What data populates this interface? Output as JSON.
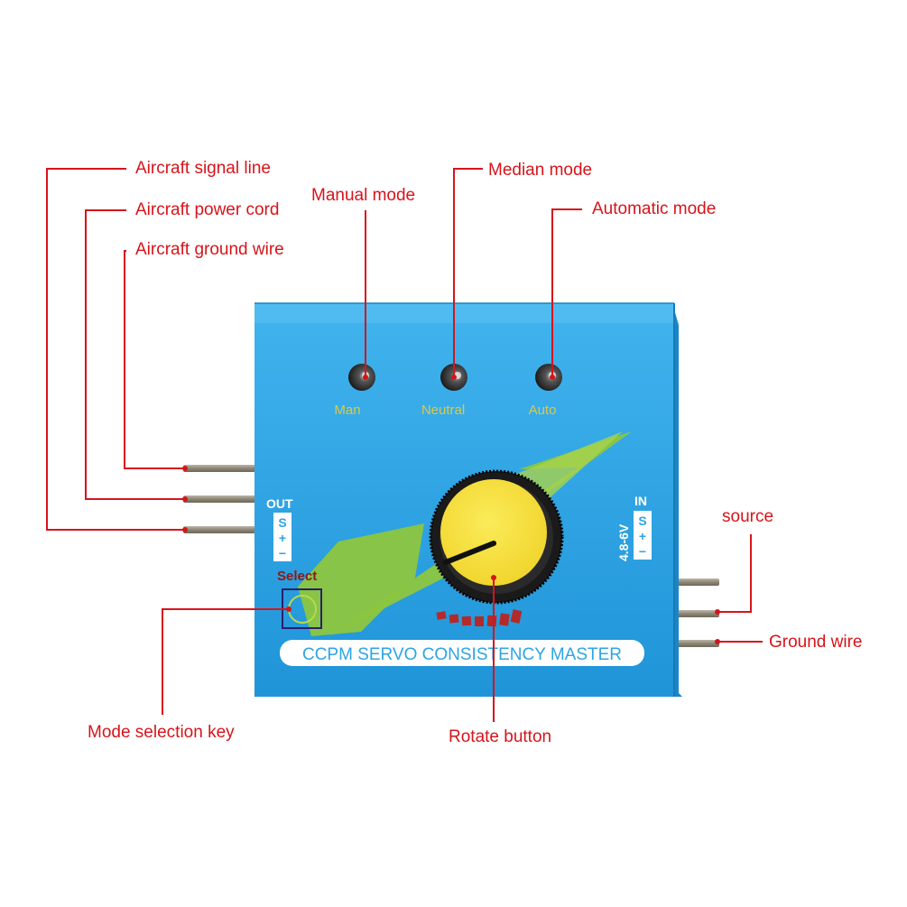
{
  "callouts": {
    "aircraft_signal_line": "Aircraft signal line",
    "aircraft_power_cord": "Aircraft power cord",
    "aircraft_ground_wire": "Aircraft ground wire",
    "manual_mode": "Manual mode",
    "median_mode": "Median mode",
    "automatic_mode": "Automatic mode",
    "source": "source",
    "ground_wire": "Ground wire",
    "mode_selection_key": "Mode selection key",
    "rotate_button": "Rotate button"
  },
  "device": {
    "led_labels": [
      "Man",
      "Neutral",
      "Auto"
    ],
    "out_label": "OUT",
    "out_pins": [
      "S",
      "+",
      "−"
    ],
    "in_label": "IN",
    "in_pins": [
      "S",
      "+",
      "−"
    ],
    "voltage": "4.8-6V",
    "select_label": "Select",
    "banner": "CCPM SERVO CONSISTENCY MASTER"
  },
  "colors": {
    "callout_red": "#d7141a",
    "body_blue": "#2ea4e4",
    "knob_yellow": "#f5e23a",
    "accent_green": "#8cc63f"
  }
}
